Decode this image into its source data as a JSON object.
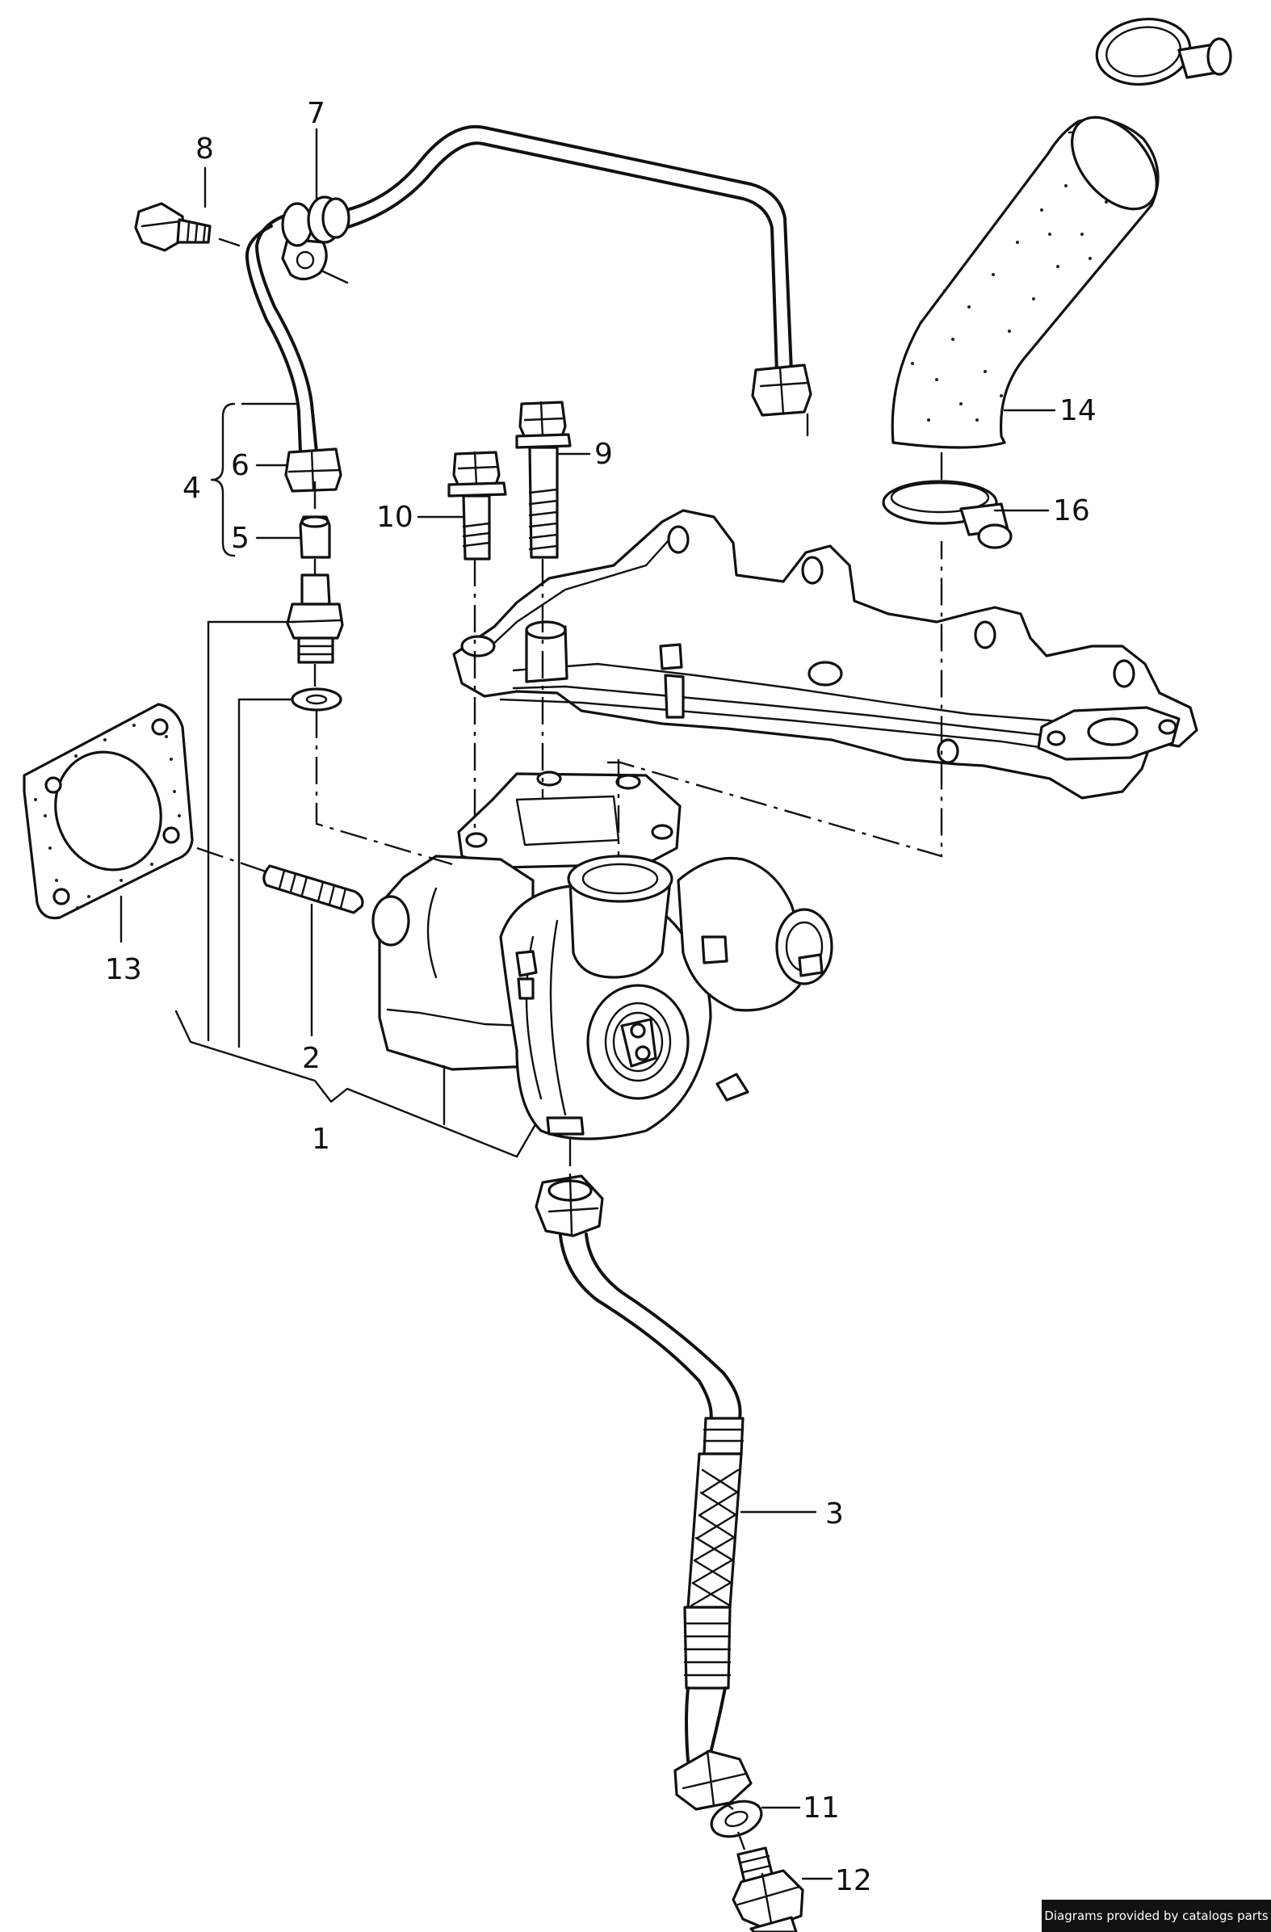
{
  "callouts": [
    {
      "id": "1",
      "text": "1"
    },
    {
      "id": "2",
      "text": "2"
    },
    {
      "id": "3",
      "text": "3"
    },
    {
      "id": "4",
      "text": "4"
    },
    {
      "id": "5",
      "text": "5"
    },
    {
      "id": "6",
      "text": "6"
    },
    {
      "id": "7",
      "text": "7"
    },
    {
      "id": "8",
      "text": "8"
    },
    {
      "id": "9",
      "text": "9"
    },
    {
      "id": "10",
      "text": "10"
    },
    {
      "id": "11",
      "text": "11"
    },
    {
      "id": "12",
      "text": "12"
    },
    {
      "id": "13",
      "text": "13"
    },
    {
      "id": "14",
      "text": "14"
    },
    {
      "id": "16",
      "text": "16"
    }
  ],
  "credit": "Diagrams provided by catalogs parts",
  "colors": {
    "line": "#111111",
    "background": "#ffffff",
    "credit_bg": "#111111",
    "credit_text": "#ffffff"
  }
}
